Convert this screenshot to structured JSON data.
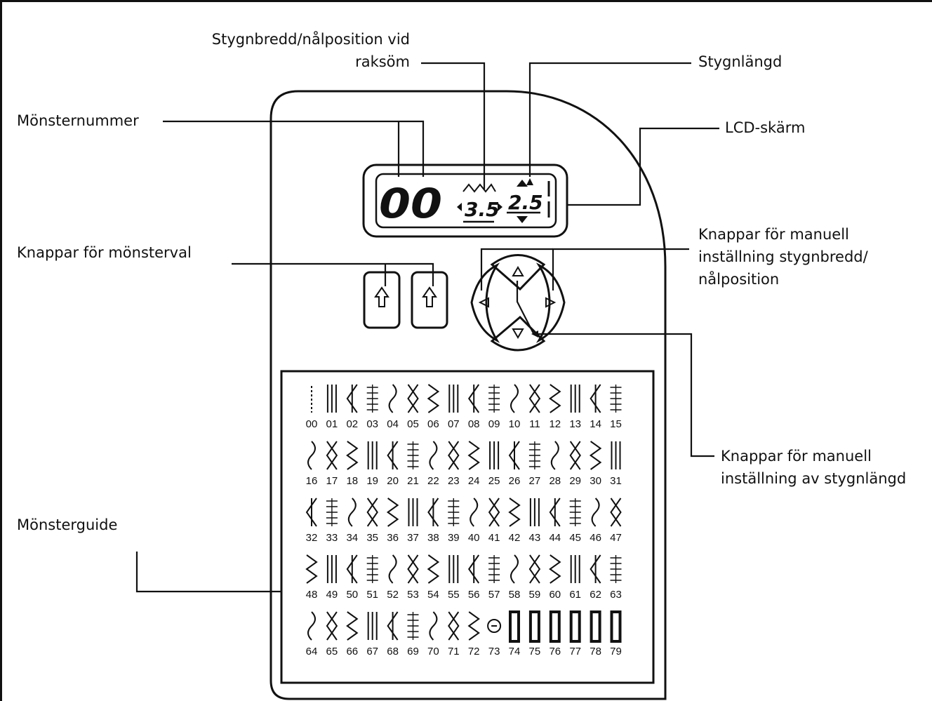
{
  "labels": {
    "stitch_width_line1": "Stygnbredd/nålposition vid",
    "stitch_width_line2": "raksöm",
    "stitch_length": "Stygnlängd",
    "pattern_number": "Mönsternummer",
    "lcd_screen": "LCD-skärm",
    "pattern_select_buttons": "Knappar för mönsterval",
    "manual_width_line1": "Knappar för manuell",
    "manual_width_line2": "inställning stygnbredd/",
    "manual_width_line3": "nålposition",
    "manual_length_line1": "Knappar för manuell",
    "manual_length_line2": "inställning av stygnlängd",
    "pattern_guide": "Mönsterguide"
  },
  "lcd": {
    "pattern_number": "00",
    "stitch_width": "3.5",
    "stitch_length": "2.5"
  },
  "pattern_numbers": [
    "00",
    "01",
    "02",
    "03",
    "04",
    "05",
    "06",
    "07",
    "08",
    "09",
    "10",
    "11",
    "12",
    "13",
    "14",
    "15",
    "16",
    "17",
    "18",
    "19",
    "20",
    "21",
    "22",
    "23",
    "24",
    "25",
    "26",
    "27",
    "28",
    "29",
    "30",
    "31",
    "32",
    "33",
    "34",
    "35",
    "36",
    "37",
    "38",
    "39",
    "40",
    "41",
    "42",
    "43",
    "44",
    "45",
    "46",
    "47",
    "48",
    "49",
    "50",
    "51",
    "52",
    "53",
    "54",
    "55",
    "56",
    "57",
    "58",
    "59",
    "60",
    "61",
    "62",
    "63",
    "64",
    "65",
    "66",
    "67",
    "68",
    "69",
    "70",
    "71",
    "72",
    "73",
    "74",
    "75",
    "76",
    "77",
    "78",
    "79"
  ],
  "colors": {
    "ink": "#111111",
    "background": "#ffffff"
  }
}
